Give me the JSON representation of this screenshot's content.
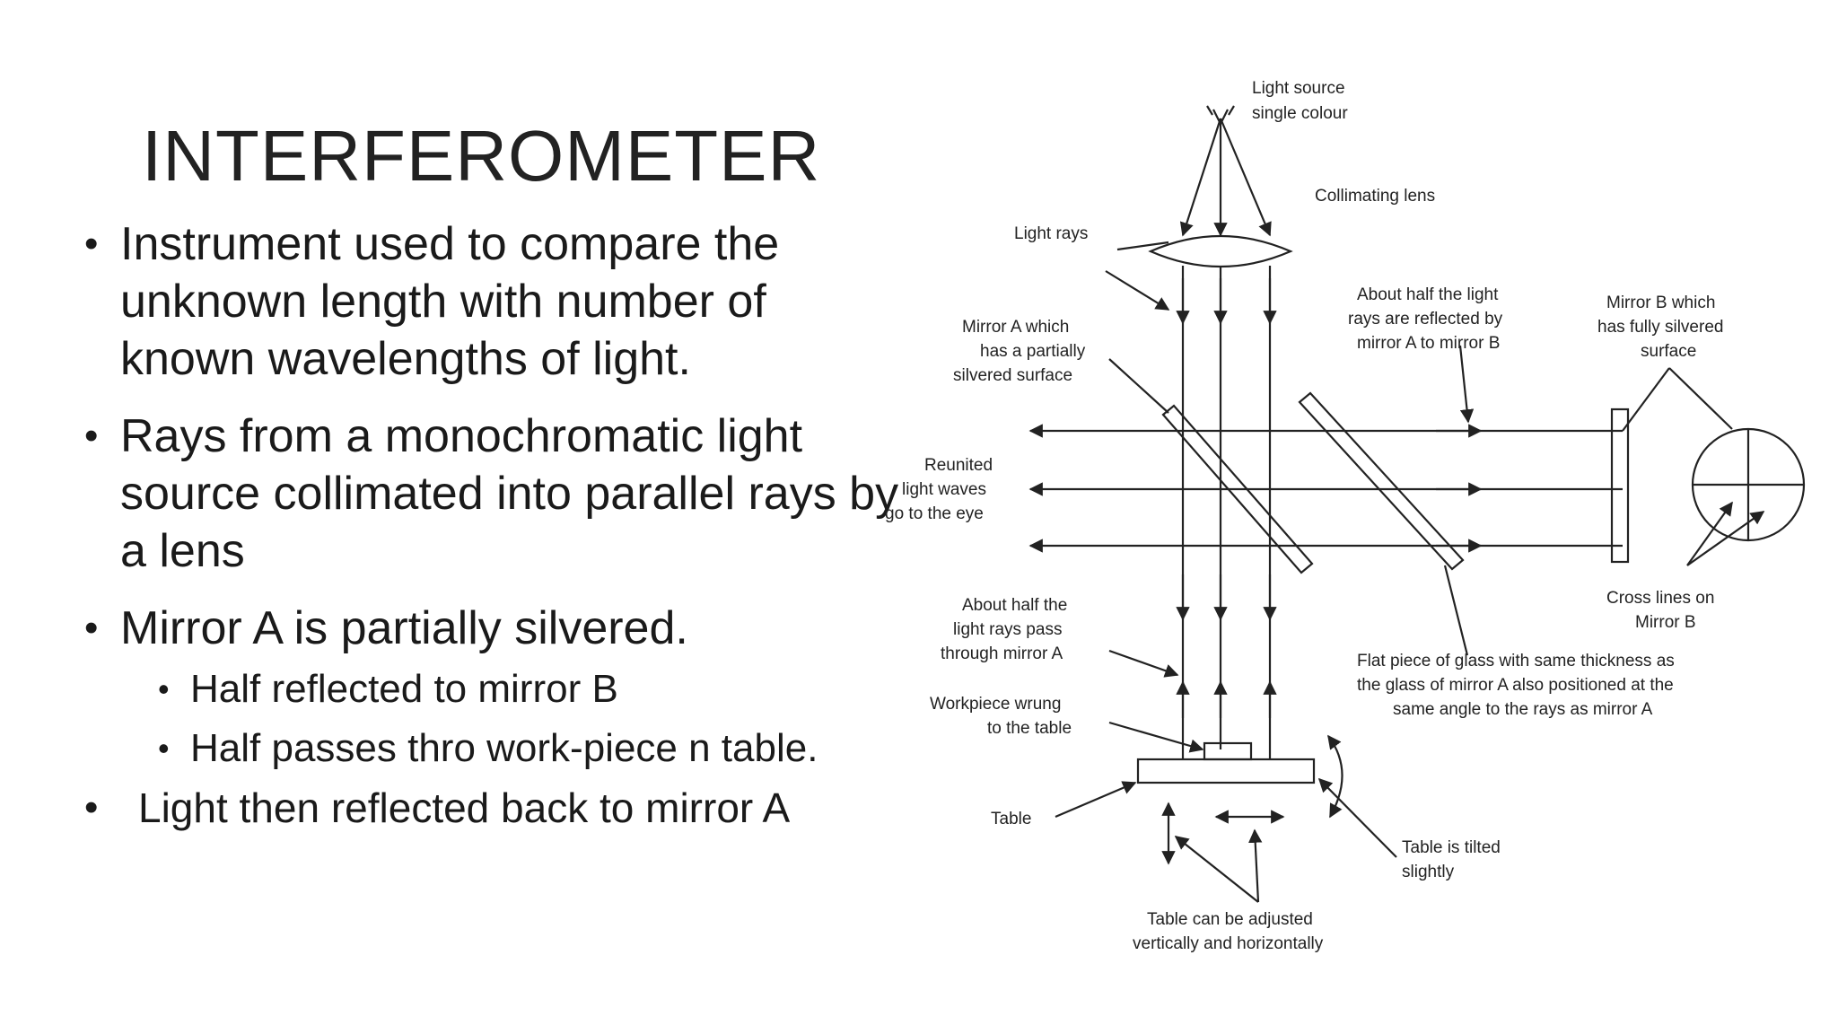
{
  "slide": {
    "title": "INTERFEROMETER",
    "bullets": [
      {
        "text": "Instrument used to compare the unknown length with number of known wavelengths of light."
      },
      {
        "text": "Rays from a monochromatic light source collimated into parallel rays by a lens"
      },
      {
        "text": "Mirror A is partially silvered."
      }
    ],
    "sub_bullets": [
      {
        "text": "Half reflected to mirror B"
      },
      {
        "text": "Half passes thro work-piece n table."
      }
    ],
    "last_bullet": "Light then reflected back to mirror A"
  },
  "diagram": {
    "labels": {
      "light_source_1": "Light source",
      "light_source_2": "single colour",
      "collimating_lens": "Collimating lens",
      "light_rays": "Light rays",
      "about_half_1": "About half the light",
      "about_half_2": "rays are reflected by",
      "about_half_3": "mirror A to mirror B",
      "mirror_b_1": "Mirror B which",
      "mirror_b_2": "has fully silvered",
      "mirror_b_3": "surface",
      "mirror_a_1": "Mirror A which",
      "mirror_a_2": "has a partially",
      "mirror_a_3": "silvered surface",
      "reunited_1": "Reunited",
      "reunited_2": "light waves",
      "reunited_3": "go to the eye",
      "cross_lines_1": "Cross lines on",
      "cross_lines_2": "Mirror B",
      "half_pass_1": "About half the",
      "half_pass_2": "light rays pass",
      "half_pass_3": "through mirror A",
      "flat_glass_1": "Flat piece of glass with same thickness as",
      "flat_glass_2": "the glass of mirror A also positioned at the",
      "flat_glass_3": "same angle to the rays as mirror A",
      "workpiece_1": "Workpiece wrung",
      "workpiece_2": "to the table",
      "table": "Table",
      "tilted_1": "Table is tilted",
      "tilted_2": "slightly",
      "adjusted_1": "Table can be adjusted",
      "adjusted_2": "vertically and horizontally"
    }
  }
}
